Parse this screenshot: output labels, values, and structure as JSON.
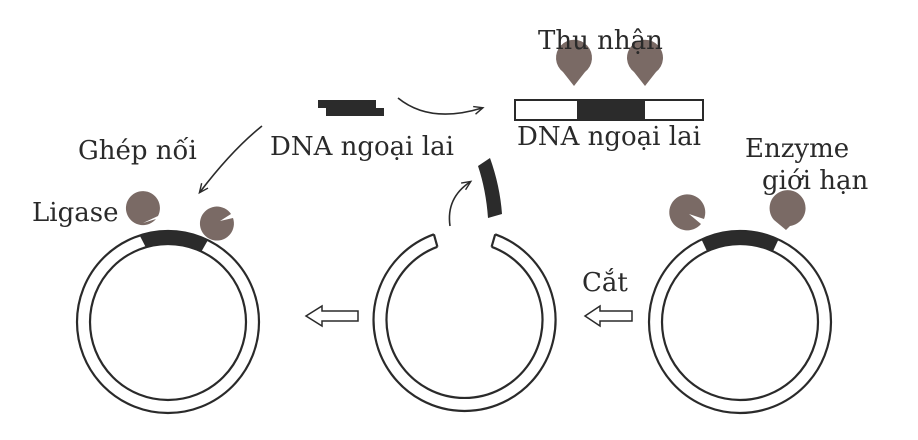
{
  "labels": {
    "thu_nhan": "Thu nhận",
    "dna_foreign_top": "DNA ngoại lai",
    "dna_foreign_right": "DNA ngoại lai",
    "ghep_noi": "Ghép nối",
    "ligase": "Ligase",
    "enzyme_line1": "Enzyme",
    "enzyme_line2": "giới hạn",
    "cat": "Cắt"
  },
  "colors": {
    "ink": "#2a2a2a",
    "enzyme": "#7a6a65",
    "dna_fill": "#2b2b2b",
    "background": "#ffffff"
  }
}
